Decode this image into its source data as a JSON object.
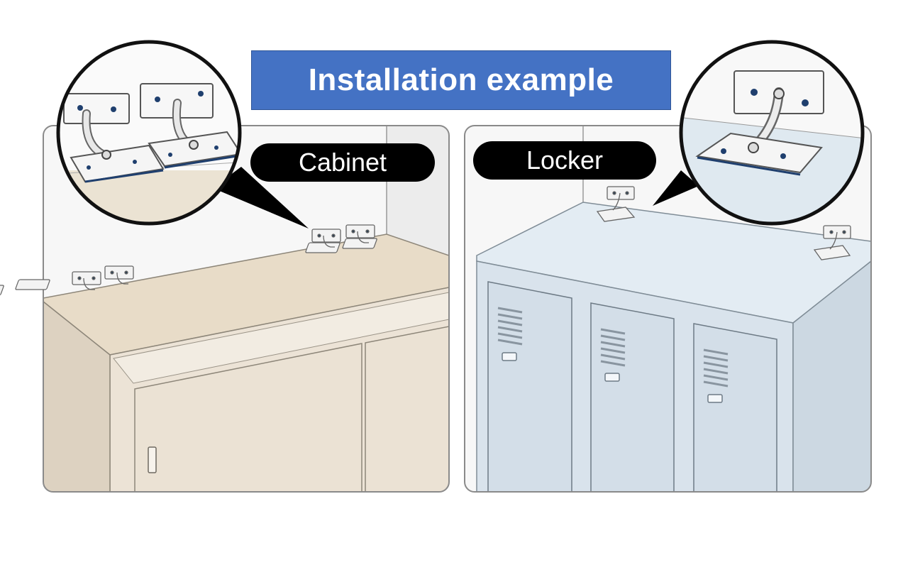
{
  "title": "Installation example",
  "labels": {
    "cabinet": "Cabinet",
    "locker": "Locker"
  },
  "colors": {
    "title_banner": "#4472c4",
    "title_text": "#ffffff",
    "label_pill": "#000000",
    "label_text": "#ffffff",
    "cabinet_body": "#ece3d6",
    "locker_body": "#d9e3ec"
  }
}
